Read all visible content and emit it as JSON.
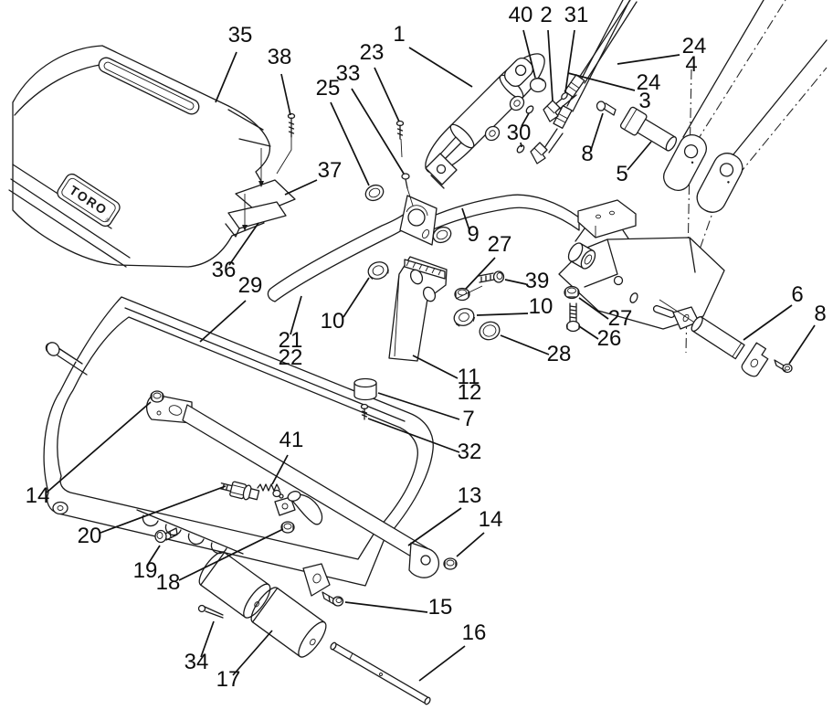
{
  "diagram": {
    "logo": {
      "text": "TORO",
      "reg": "®"
    },
    "colors": {
      "background": "#ffffff",
      "line": "#1a1a1a"
    }
  },
  "callouts": [
    {
      "label": "35"
    },
    {
      "label": "38"
    },
    {
      "label": "25"
    },
    {
      "label": "33"
    },
    {
      "label": "23"
    },
    {
      "label": "1"
    },
    {
      "label": "40"
    },
    {
      "label": "2"
    },
    {
      "label": "31"
    },
    {
      "label": "24"
    },
    {
      "label": "4"
    },
    {
      "label": "24"
    },
    {
      "label": "3"
    },
    {
      "label": "30"
    },
    {
      "label": "8"
    },
    {
      "label": "5"
    },
    {
      "label": "9"
    },
    {
      "label": "37"
    },
    {
      "label": "36"
    },
    {
      "label": "29"
    },
    {
      "label": "21"
    },
    {
      "label": "22"
    },
    {
      "label": "27"
    },
    {
      "label": "39"
    },
    {
      "label": "10"
    },
    {
      "label": "28"
    },
    {
      "label": "26"
    },
    {
      "label": "27"
    },
    {
      "label": "10"
    },
    {
      "label": "11"
    },
    {
      "label": "12"
    },
    {
      "label": "7"
    },
    {
      "label": "32"
    },
    {
      "label": "6"
    },
    {
      "label": "8"
    },
    {
      "label": "13"
    },
    {
      "label": "14"
    },
    {
      "label": "15"
    },
    {
      "label": "16"
    },
    {
      "label": "17"
    },
    {
      "label": "34"
    },
    {
      "label": "14"
    },
    {
      "label": "20"
    },
    {
      "label": "19"
    },
    {
      "label": "18"
    },
    {
      "label": "41"
    }
  ]
}
